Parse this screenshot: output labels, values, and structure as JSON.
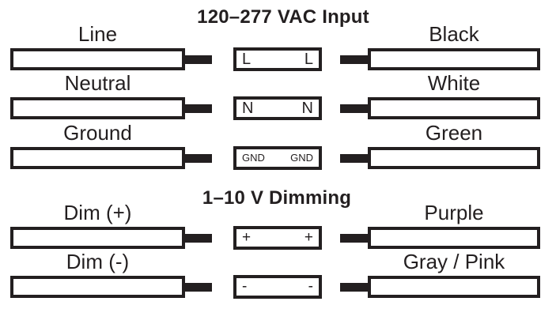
{
  "colors": {
    "ink": "#231f20",
    "background": "#ffffff"
  },
  "sections": [
    {
      "title": "120–277 VAC Input",
      "rows": [
        {
          "left_label": "Line",
          "right_label": "Black",
          "terminal_left": "L",
          "terminal_right": "L"
        },
        {
          "left_label": "Neutral",
          "right_label": "White",
          "terminal_left": "N",
          "terminal_right": "N"
        },
        {
          "left_label": "Ground",
          "right_label": "Green",
          "terminal_left": "GND",
          "terminal_right": "GND"
        }
      ]
    },
    {
      "title": "1–10 V Dimming",
      "rows": [
        {
          "left_label": "Dim (+)",
          "right_label": "Purple",
          "terminal_left": "+",
          "terminal_right": "+"
        },
        {
          "left_label": "Dim (-)",
          "right_label": "Gray / Pink",
          "terminal_left": "-",
          "terminal_right": "-"
        }
      ]
    }
  ]
}
